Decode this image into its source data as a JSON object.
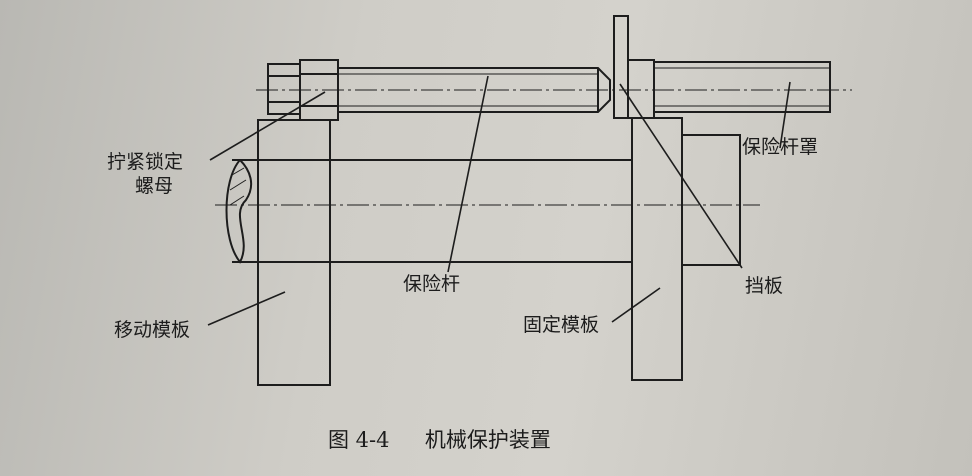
{
  "labels": {
    "lock_nut_line1": "拧紧锁定",
    "lock_nut_line2": "螺母",
    "bumper_rod_cover": "保险杆罩",
    "bumper_rod": "保险杆",
    "baffle": "挡板",
    "moving_platen": "移动模板",
    "fixed_platen": "固定模板"
  },
  "caption": {
    "figure_number": "图 4-4",
    "title": "机械保护装置"
  }
}
